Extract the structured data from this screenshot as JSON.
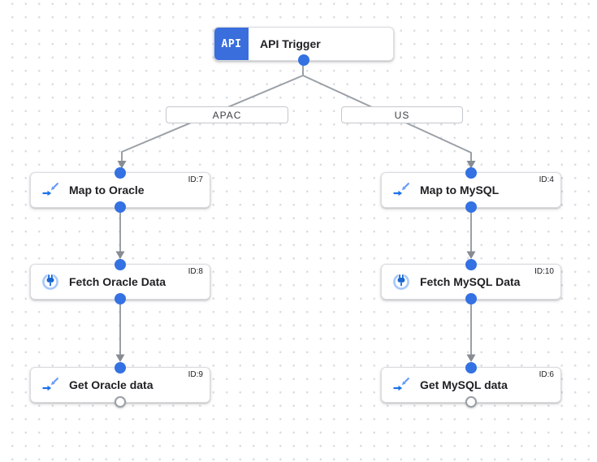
{
  "trigger": {
    "icon_label": "API",
    "title": "API Trigger"
  },
  "branches": [
    {
      "label": "APAC"
    },
    {
      "label": "US"
    }
  ],
  "nodes": [
    {
      "key": "map-to-oracle",
      "title": "Map to Oracle",
      "id_label": "ID:7",
      "icon": "data-mapping-icon",
      "branch": "APAC"
    },
    {
      "key": "fetch-oracle-data",
      "title": "Fetch Oracle Data",
      "id_label": "ID:8",
      "icon": "connector-icon",
      "branch": "APAC"
    },
    {
      "key": "get-oracle-data",
      "title": "Get Oracle data",
      "id_label": "ID:9",
      "icon": "data-mapping-icon",
      "branch": "APAC"
    },
    {
      "key": "map-to-mysql",
      "title": "Map to MySQL",
      "id_label": "ID:4",
      "icon": "data-mapping-icon",
      "branch": "US"
    },
    {
      "key": "fetch-mysql-data",
      "title": "Fetch MySQL Data",
      "id_label": "ID:10",
      "icon": "connector-icon",
      "branch": "US"
    },
    {
      "key": "get-mysql-data",
      "title": "Get MySQL data",
      "id_label": "ID:6",
      "icon": "data-mapping-icon",
      "branch": "US"
    }
  ],
  "colors": {
    "api_badge_blue": "#3a6edc",
    "port_blue": "#3471e3",
    "edge_gray": "#9aa0a6",
    "arrow_gray": "#868c92",
    "node_border": "#dadce0",
    "text_primary": "#202124",
    "mapping_arrow_dark": "#1a73e8",
    "mapping_arrow_light": "#669df6",
    "connector_ring": "#a8c7fa",
    "connector_plug": "#1967d2",
    "grid_dot": "#dadce0"
  }
}
